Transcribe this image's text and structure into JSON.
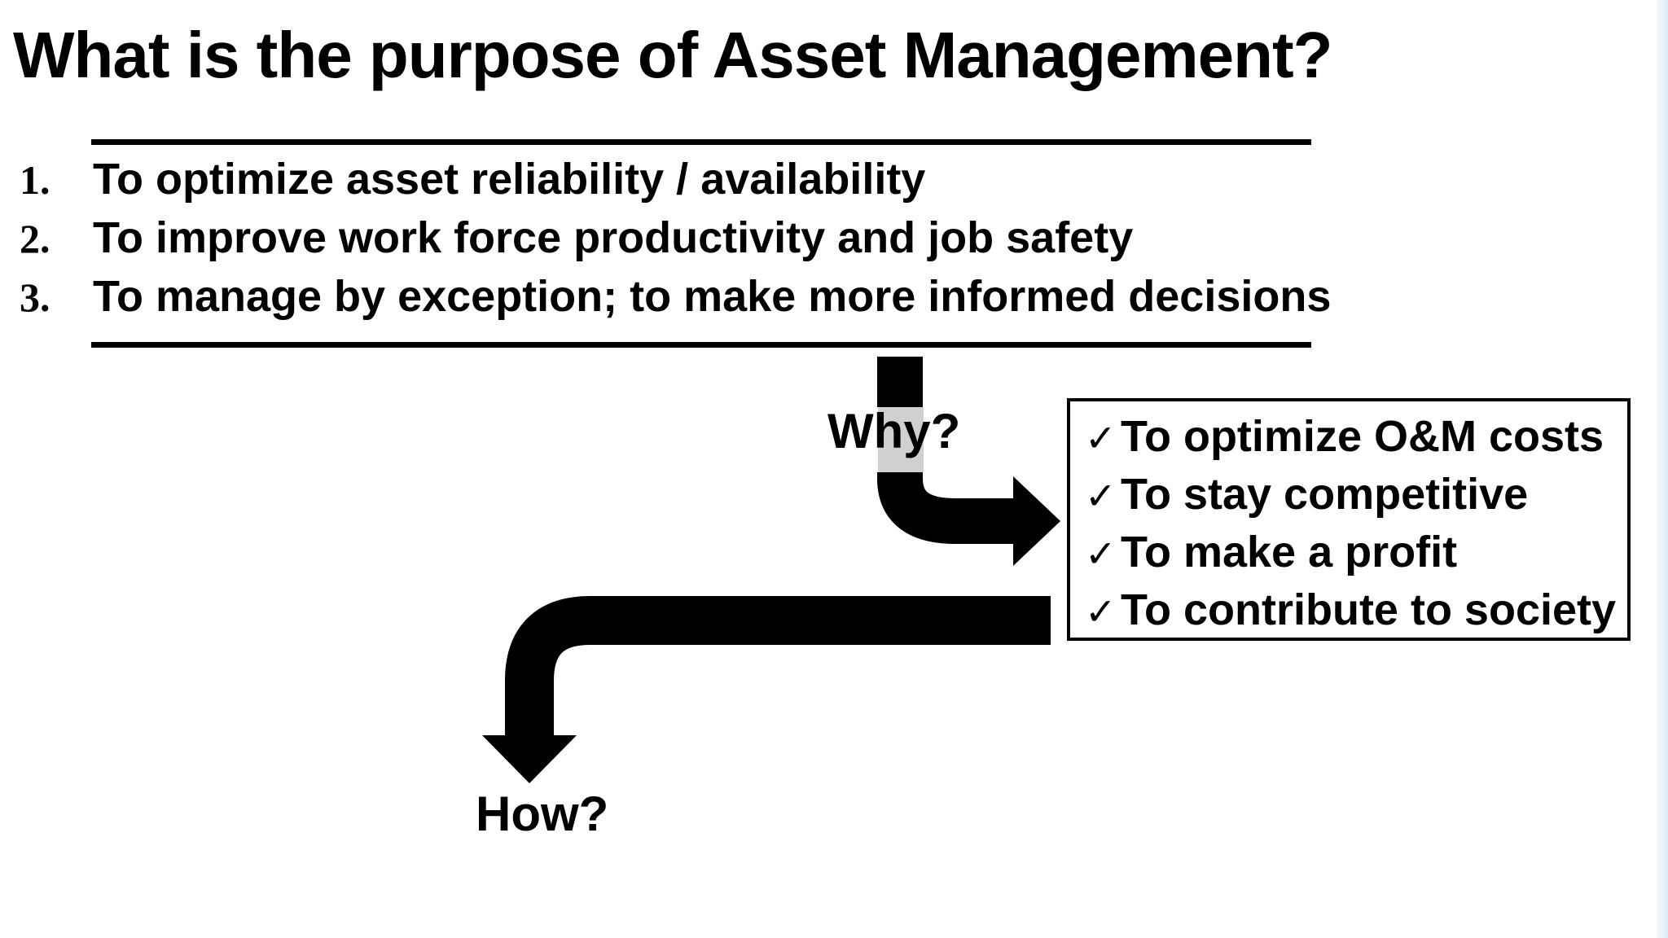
{
  "slide": {
    "title": "What is the purpose of Asset Management?",
    "goals": [
      {
        "number": "1.",
        "text": "To optimize asset reliability / availability"
      },
      {
        "number": "2.",
        "text": "To improve work force productivity and job safety"
      },
      {
        "number": "3.",
        "text": "To manage by exception; to make more informed decisions"
      }
    ],
    "why_label": "Why?",
    "why_reasons": [
      "To optimize O&M costs",
      "To stay competitive",
      "To make a profit",
      "To contribute to society"
    ],
    "how_label": "How?",
    "check_glyph": "✓",
    "icons": {
      "reason_marker": "check-icon",
      "flow": "bent-arrow-icon"
    },
    "colors": {
      "text": "#000000",
      "background": "#ffffff",
      "label_highlight": "#d0d0d0"
    }
  }
}
